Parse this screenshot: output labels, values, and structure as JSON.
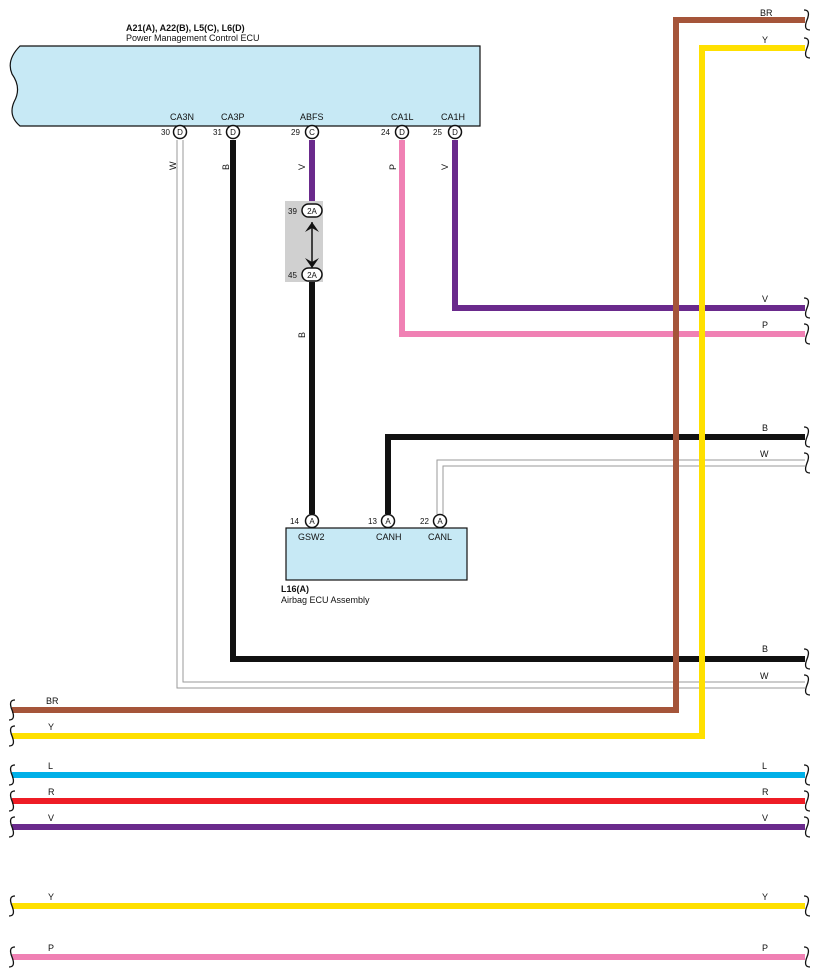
{
  "colors": {
    "BR": "#a5553a",
    "Y": "#ffe000",
    "V": "#6a2a8c",
    "P": "#f081b4",
    "B": "#111111",
    "W": "#9a9a9a",
    "L": "#00b0e8",
    "R": "#ee1c25",
    "ecu_fill": "#c7e9f5",
    "joint_fill": "#d0d0d0"
  },
  "ecu_main": {
    "codes": "A21(A), A22(B), L5(C), L6(D)",
    "name": "Power Management Control ECU",
    "pins": [
      {
        "num": "30",
        "conn": "D",
        "name": "CA3N",
        "wire": "W"
      },
      {
        "num": "31",
        "conn": "D",
        "name": "CA3P",
        "wire": "B"
      },
      {
        "num": "29",
        "conn": "C",
        "name": "ABFS",
        "wire": "V"
      },
      {
        "num": "24",
        "conn": "D",
        "name": "CA1L",
        "wire": "P"
      },
      {
        "num": "25",
        "conn": "D",
        "name": "CA1H",
        "wire": "V"
      }
    ]
  },
  "junction": {
    "top": {
      "num": "39",
      "conn": "2A"
    },
    "bottom": {
      "num": "45",
      "conn": "2A"
    },
    "lower_wire": "B"
  },
  "airbag": {
    "code": "L16(A)",
    "name": "Airbag ECU Assembly",
    "pins": [
      {
        "num": "14",
        "conn": "A",
        "name": "GSW2"
      },
      {
        "num": "13",
        "conn": "A",
        "name": "CANH"
      },
      {
        "num": "22",
        "conn": "A",
        "name": "CANL"
      }
    ]
  },
  "right_labels": {
    "br_top": "BR",
    "y_top": "Y",
    "v": "V",
    "p": "P",
    "b_canh": "B",
    "w_canl": "W",
    "b_lower": "B",
    "w_lower": "W"
  },
  "bottom_wires": [
    {
      "id": "br",
      "left": "BR",
      "right": ""
    },
    {
      "id": "y1",
      "left": "Y",
      "right": ""
    },
    {
      "id": "l",
      "left": "L",
      "right": "L"
    },
    {
      "id": "r",
      "left": "R",
      "right": "R"
    },
    {
      "id": "v",
      "left": "V",
      "right": "V"
    },
    {
      "id": "y2",
      "left": "Y",
      "right": "Y"
    },
    {
      "id": "p",
      "left": "P",
      "right": "P"
    }
  ]
}
